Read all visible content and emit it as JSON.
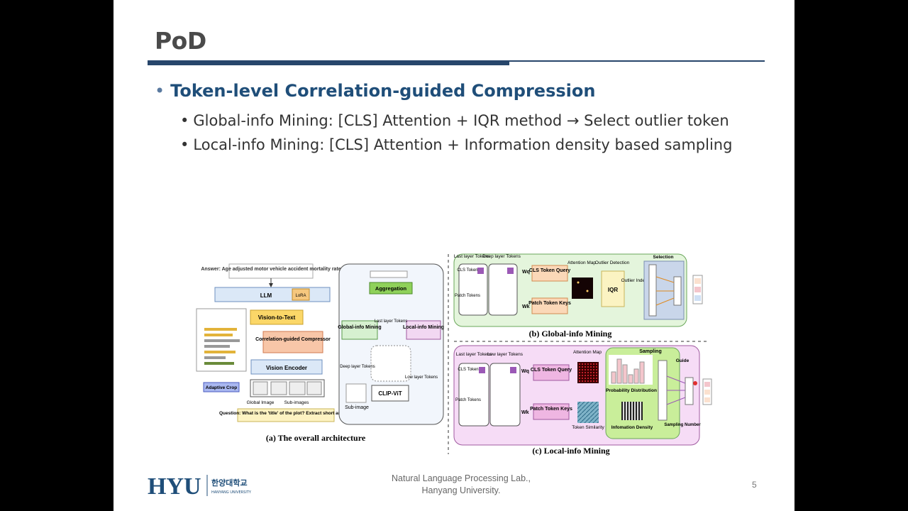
{
  "slide": {
    "title": "PoD",
    "bullet1": "Token-level Correlation-guided Compression",
    "bullet2": "Global-info Mining: [CLS] Attention + IQR method → Select outlier token",
    "bullet3": "Local-info Mining: [CLS] Attention + Information density based sampling",
    "footer_line1": "Natural Language Processing Lab.,",
    "footer_line2": "Hanyang University.",
    "page_number": "5",
    "logo_text": "HYU",
    "logo_korean": "한양대학교",
    "logo_english": "HANYANG UNIVERSITY"
  },
  "figure": {
    "a": {
      "answer": "Answer: Age adjusted motor vehicle accident mortality rate",
      "llm": "LLM",
      "lora": "LoRA",
      "vision_to_text": "Vision-to-Text",
      "compressor": "Correlation-guided Compressor",
      "vision_encoder": "Vision Encoder",
      "adaptive_crop": "Adaptive Crop",
      "global_image": "Global Image",
      "sub_images": "Sub-images",
      "question": "Question: What is the 'title' of the plot? Extract short answer.",
      "aggregation": "Aggregation",
      "global_mining": "Global-info Mining",
      "local_mining": "Local-info Mining",
      "last_layer_tokens": "Last layer Tokens",
      "deep_layer_tokens": "Deep layer Tokens",
      "low_layer_tokens": "Low layer Tokens",
      "clip_vit": "CLIP-ViT",
      "sub_image": "Sub-image",
      "caption": "(a) The overall architecture"
    },
    "b": {
      "last_layer_tokens": "Last layer Tokens",
      "deep_layer_tokens": "Deep layer Tokens",
      "cls_token": "CLS Token",
      "patch_tokens": "Patch Tokens",
      "wq": "Wq",
      "wk": "Wk",
      "cls_query": "CLS Token Query",
      "patch_keys": "Patch Token Keys",
      "attention_map": "Attention Map",
      "outlier_detection": "Outlier Detection",
      "iqr": "IQR",
      "outlier_index": "Outlier Index",
      "selection": "Selection",
      "caption": "(b) Global-info Mining"
    },
    "c": {
      "last_layer_tokens": "Last layer Tokens",
      "low_layer_tokens": "Low layer Tokens",
      "cls_token": "CLS Token",
      "patch_tokens": "Patch Tokens",
      "wq": "Wq",
      "wk": "Wk",
      "cls_query": "CLS Token Query",
      "patch_keys": "Patch Token Keys",
      "attention_map": "Attention Map",
      "token_similarity": "Token Similarity",
      "sampling": "Sampling",
      "probability_distribution": "Probability Distribution",
      "information_density": "Infomation Density",
      "sampling_number": "Sampling Number",
      "guide": "Guide",
      "caption": "(c) Local-info Mining"
    }
  }
}
